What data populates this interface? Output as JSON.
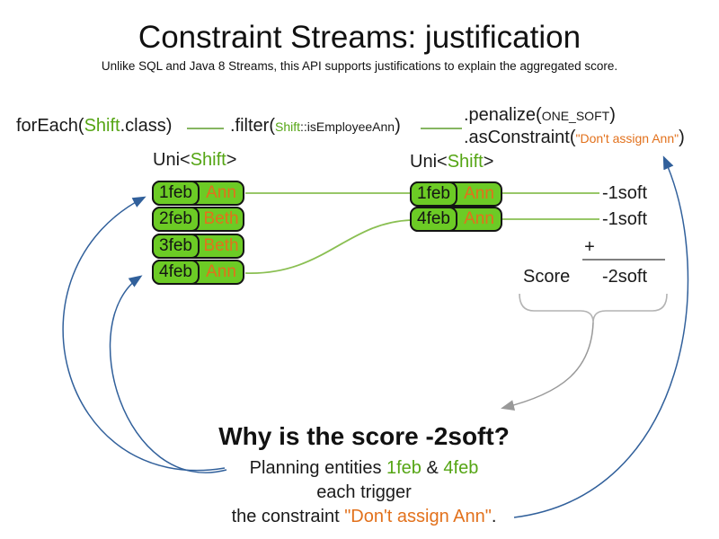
{
  "slide": {
    "title": "Constraint Streams: justification",
    "subtitle": "Unlike SQL and Java 8 Streams, this API supports justifications to explain the aggregated score."
  },
  "code": {
    "foreach": {
      "pre": "forEach(",
      "arg": "Shift",
      "post": ".class)"
    },
    "filter": {
      "pre": ".filter(",
      "arg_class": "Shift",
      "arg_method": "::isEmployeeAnn",
      "post": ")"
    },
    "penalize": {
      "pre": ".penalize(",
      "arg": "ONE_SOFT",
      "post": ")"
    },
    "as_constraint": {
      "pre": ".asConstraint(",
      "arg": "\"Don't assign Ann\"",
      "post": ")"
    }
  },
  "left_stream": {
    "label": {
      "pre": "Uni<",
      "arg": "Shift",
      "post": ">"
    },
    "rows": [
      {
        "date": "1feb",
        "employee": "Ann"
      },
      {
        "date": "2feb",
        "employee": "Beth"
      },
      {
        "date": "3feb",
        "employee": "Beth"
      },
      {
        "date": "4feb",
        "employee": "Ann"
      }
    ]
  },
  "right_stream": {
    "label": {
      "pre": "Uni<",
      "arg": "Shift",
      "post": ">"
    },
    "rows": [
      {
        "date": "1feb",
        "employee": "Ann"
      },
      {
        "date": "4feb",
        "employee": "Ann"
      }
    ],
    "penalties": [
      "-1soft",
      "-1soft"
    ]
  },
  "score_panel": {
    "plus": "+",
    "score_label": "Score",
    "total": "-2soft"
  },
  "why": {
    "heading": "Why is the score -2soft?",
    "line1_pre": "Planning entities ",
    "line1_entity1": "1feb",
    "line1_mid": " & ",
    "line1_entity2": "4feb",
    "line2": "each trigger",
    "line3_pre": "the constraint ",
    "line3_constraint": "\"Don't assign Ann\"",
    "line3_post": "."
  },
  "colors": {
    "box_green": "#6ccb25",
    "text_green": "#55a514",
    "line_green": "#8abf52",
    "code_line_green": "#5e9e2e",
    "orange": "#e2711c",
    "arrow_blue": "#31609b",
    "arrow_gray": "#999999",
    "sum_line_gray": "#7f7f7f",
    "brace_gray": "#b3b3b3"
  }
}
